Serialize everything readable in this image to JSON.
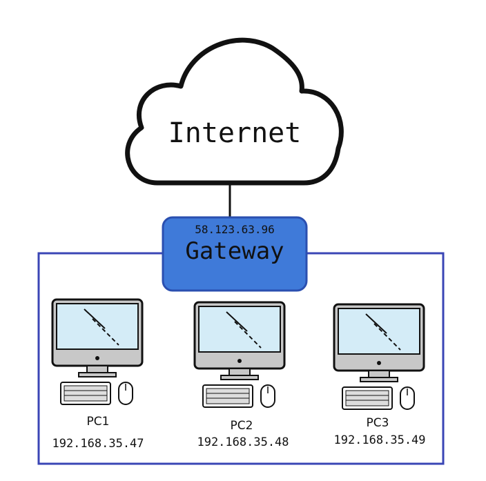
{
  "cloud": {
    "label": "Internet"
  },
  "gateway": {
    "ip": "58.123.63.96",
    "label": "Gateway",
    "fill": "#3f7ad9",
    "border": "#2a4fb0"
  },
  "lan_border": "#3a45b5",
  "pcs": [
    {
      "name": "PC1",
      "ip": "192.168.35.47"
    },
    {
      "name": "PC2",
      "ip": "192.168.35.48"
    },
    {
      "name": "PC3",
      "ip": "192.168.35.49"
    }
  ],
  "colors": {
    "screen": "#d4ecf7",
    "stroke": "#111111",
    "monitor_body": "#c8c8c8"
  }
}
